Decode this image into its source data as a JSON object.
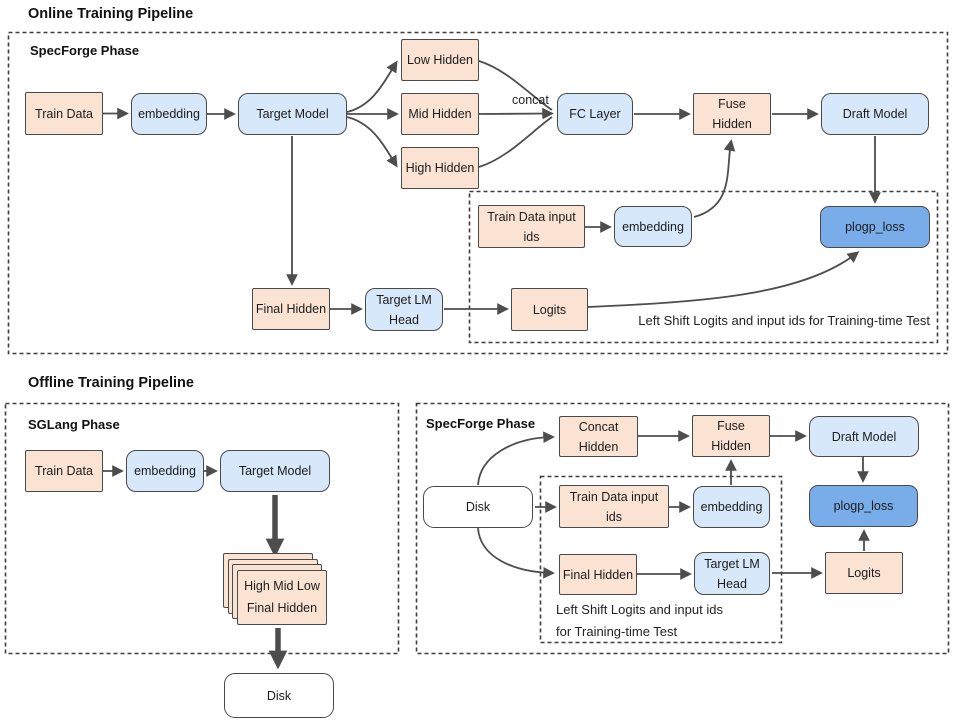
{
  "colors": {
    "peach_fill": "#fbe3d3",
    "blue_fill": "#d7e8fb",
    "loss_fill": "#79ade9",
    "white_fill": "#ffffff",
    "box_border": "#4a4a4a",
    "arrow": "#4d4d4d",
    "dashed_border": "#3d3d3d"
  },
  "online": {
    "title": "Online Training Pipeline",
    "phase_label": "SpecForge Phase",
    "concat_label": "concat",
    "note": "Left Shift Logits and input ids for Training-time Test",
    "nodes": {
      "train_data": "Train Data",
      "embedding_main": "embedding",
      "target_model": "Target Model",
      "low_hidden": "Low Hidden",
      "mid_hidden": "Mid Hidden",
      "high_hidden": "High Hidden",
      "fc_layer": "FC Layer",
      "fuse_hidden": "Fuse\nHidden",
      "draft_model": "Draft Model",
      "train_data_input_ids": "Train Data input\nids",
      "embedding_ids": "embedding",
      "plogp_loss": "plogp_loss",
      "final_hidden": "Final Hidden",
      "target_lm_head": "Target LM\nHead",
      "logits": "Logits"
    }
  },
  "offline": {
    "title": "Offline Training Pipeline",
    "sglang": {
      "phase_label": "SGLang Phase",
      "nodes": {
        "train_data": "Train Data",
        "embedding": "embedding",
        "target_model": "Target Model",
        "hidden_stack": "High Mid Low\nFinal Hidden",
        "disk": "Disk"
      }
    },
    "specforge": {
      "phase_label": "SpecForge Phase",
      "note_line1": "Left Shift Logits and input ids",
      "note_line2": "for Training-time Test",
      "nodes": {
        "disk": "Disk",
        "concat_hidden": "Concat\nHidden",
        "fuse_hidden": "Fuse\nHidden",
        "draft_model": "Draft Model",
        "train_data_input_ids": "Train Data input\nids",
        "embedding": "embedding",
        "plogp_loss": "plogp_loss",
        "final_hidden": "Final Hidden",
        "target_lm_head": "Target LM\nHead",
        "logits": "Logits"
      }
    }
  }
}
